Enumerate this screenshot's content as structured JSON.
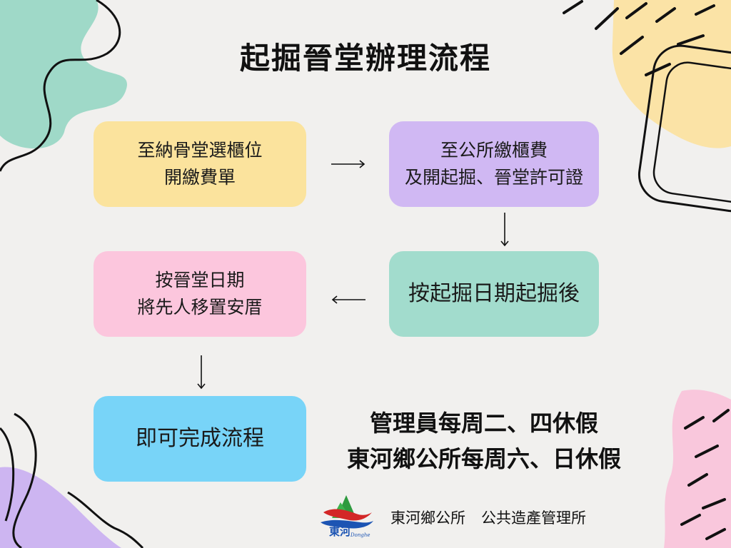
{
  "title": "起掘晉堂辦理流程",
  "steps": [
    {
      "lines": [
        "至納骨堂選櫃位",
        "開繳費單"
      ]
    },
    {
      "lines": [
        "至公所繳櫃費",
        "及開起掘、晉堂許可證"
      ]
    },
    {
      "lines": [
        "按起掘日期起掘後"
      ]
    },
    {
      "lines": [
        "按晉堂日期",
        "將先人移置安厝"
      ]
    },
    {
      "lines": [
        "即可完成流程"
      ]
    }
  ],
  "notice": {
    "line1": "管理員每周二、四休假",
    "line2": "東河鄉公所每周六、日休假"
  },
  "footer": {
    "logo_text": "東河",
    "logo_sub": "Donghe",
    "org": "東河鄉公所",
    "dept": "公共造產管理所"
  },
  "colors": {
    "background": "#f1f0ee",
    "step1": "#fbe39d",
    "step2": "#d0b8f3",
    "step3": "#a2dccd",
    "step4": "#fcc6dd",
    "step5": "#78d4f8",
    "deco_mint": "#9fd9c8",
    "deco_yellow": "#fbe3a6",
    "deco_pink": "#f9c7dc",
    "deco_purple": "#cdb5f1"
  }
}
